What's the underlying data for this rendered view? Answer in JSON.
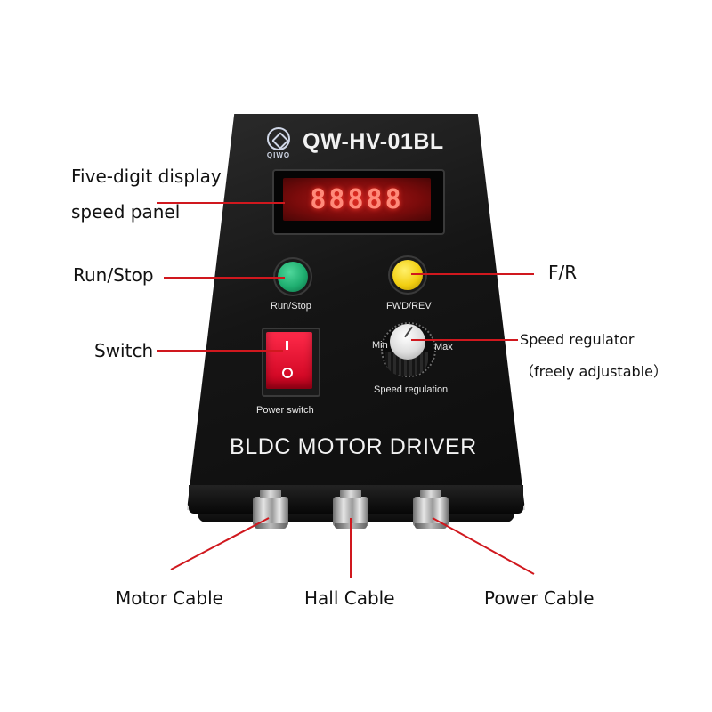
{
  "device": {
    "logo_text": "QIWO",
    "model": "QW-HV-01BL",
    "display_digits": "88888",
    "btn_run_label": "Run/Stop",
    "btn_fr_label": "FWD/REV",
    "switch_label": "Power switch",
    "knob_min": "Min",
    "knob_max": "Max",
    "knob_label": "Speed regulation",
    "brand": "BLDC MOTOR DRIVER"
  },
  "callouts": {
    "display_line1": "Five-digit display",
    "display_line2": "speed panel",
    "run_stop": "Run/Stop",
    "fr": "F/R",
    "switch": "Switch",
    "speed_line1": "Speed regulator",
    "speed_line2": "（freely adjustable）",
    "motor_cable": "Motor Cable",
    "hall_cable": "Hall Cable",
    "power_cable": "Power Cable"
  },
  "colors": {
    "callout_line": "#d0181e",
    "run_button": "#1fae70",
    "fr_button": "#f2cf12",
    "switch": "#e8102c",
    "display": "#b21a1a"
  },
  "icons": {
    "logo": "gear-diamond-logo-icon"
  }
}
